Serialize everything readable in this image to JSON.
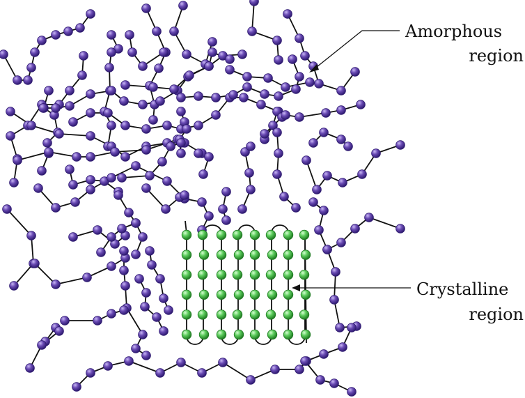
{
  "labels": {
    "amorphous_line1": "Amorphous",
    "amorphous_line2": "region",
    "crystalline_line1": "Crystalline",
    "crystalline_line2": "region"
  },
  "colors": {
    "background": "#ffffff",
    "amorphous_bead": "#6a4bb4",
    "amorphous_bead_dark": "#2e1a70",
    "amorphous_bead_light": "#c9b8f5",
    "crystalline_bead": "#5ccc5c",
    "crystalline_bead_dark": "#1f7a22",
    "crystalline_bead_light": "#d6ffd2",
    "chain": "#111111",
    "label": "#111111"
  }
}
